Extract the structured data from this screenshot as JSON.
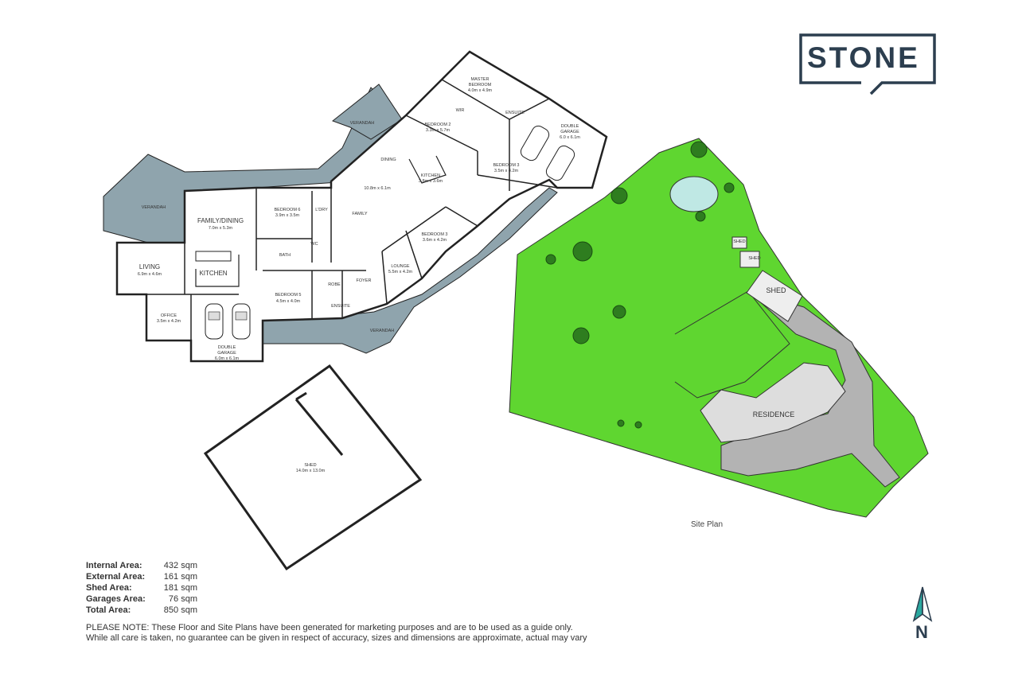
{
  "brand": {
    "name": "STONE"
  },
  "rooms": {
    "verandah_nw": "VERANDAH",
    "verandah_n": "VERANDAH",
    "verandah_s": "VERANDAH",
    "family_dining": "FAMILY/DINING",
    "family_dining_dim": "7.0m x 5.3m",
    "living": "LIVING",
    "living_dim": "6.9m x 4.6m",
    "kitchen": "KITCHEN",
    "office": "OFFICE",
    "office_dim": "3.5m x 4.2m",
    "garage_w": "DOUBLE",
    "garage_w2": "GARAGE",
    "garage_w_dim": "6.0m x 6.1m",
    "bedroom6": "BEDROOM 6",
    "bedroom6_dim": "3.9m x 3.5m",
    "ldry": "L'DRY",
    "bath": "BATH",
    "wc": "WC",
    "robe": "ROBE",
    "bedroom5": "BEDROOM 5",
    "bedroom5_dim": "4.5m x 4.0m",
    "ensuite": "ENSUITE",
    "foyer": "FOYER",
    "dining": "DINING",
    "dining_dim": "10.8m x 6.1m",
    "family": "FAMILY",
    "kitchen2": "KITCHEN",
    "kitchen2_dim": "3.8m x 3.6m",
    "lounge": "LOUNGE",
    "lounge_dim": "5.5m x 4.2m",
    "bedroom3a": "BEDROOM 3",
    "bedroom3a_dim": "3.6m x 4.2m",
    "bedroom3b": "BEDROOM 3",
    "bedroom3b_dim": "3.5m x 4.2m",
    "bedroom2": "BEDROOM 2",
    "bedroom2_dim": "3.3m x 5.7m",
    "master": "MASTER",
    "master2": "BEDROOM",
    "master_dim": "4.0m x 4.9m",
    "wir": "WIR",
    "ensuite2": "ENSUITE",
    "garage_e": "DOUBLE",
    "garage_e2": "GARAGE",
    "garage_e_dim": "6.0 x 6.1m",
    "shed": "SHED",
    "shed_dim": "14.0m x 13.0m"
  },
  "site": {
    "title": "Site Plan",
    "residence": "RESIDENCE",
    "shed": "SHED",
    "shed_small": "SHED",
    "shed_tiny": "SHED"
  },
  "areas": [
    {
      "label": "Internal Area:",
      "value": "432 sqm"
    },
    {
      "label": "External Area:",
      "value": "161 sqm"
    },
    {
      "label": "Shed Area:",
      "value": "181 sqm"
    },
    {
      "label": "Garages Area:",
      "value": "76 sqm"
    },
    {
      "label": "Total Area:",
      "value": "850 sqm"
    }
  ],
  "note": {
    "line1": "PLEASE NOTE: These Floor and Site Plans have been generated for marketing purposes and are to be used as a guide only.",
    "line2": "While all care is taken, no guarantee can be given in respect of accuracy, sizes and dimensions are approximate, actual may vary"
  },
  "north": {
    "label": "N"
  },
  "colors": {
    "verandah": "#8fa4ad",
    "wall": "#222222",
    "lawn": "#5fd630",
    "driveway": "#b3b3b3",
    "pool": "#bfe8e4",
    "brand": "#2c3e4f",
    "north_accent": "#2aa89f"
  }
}
